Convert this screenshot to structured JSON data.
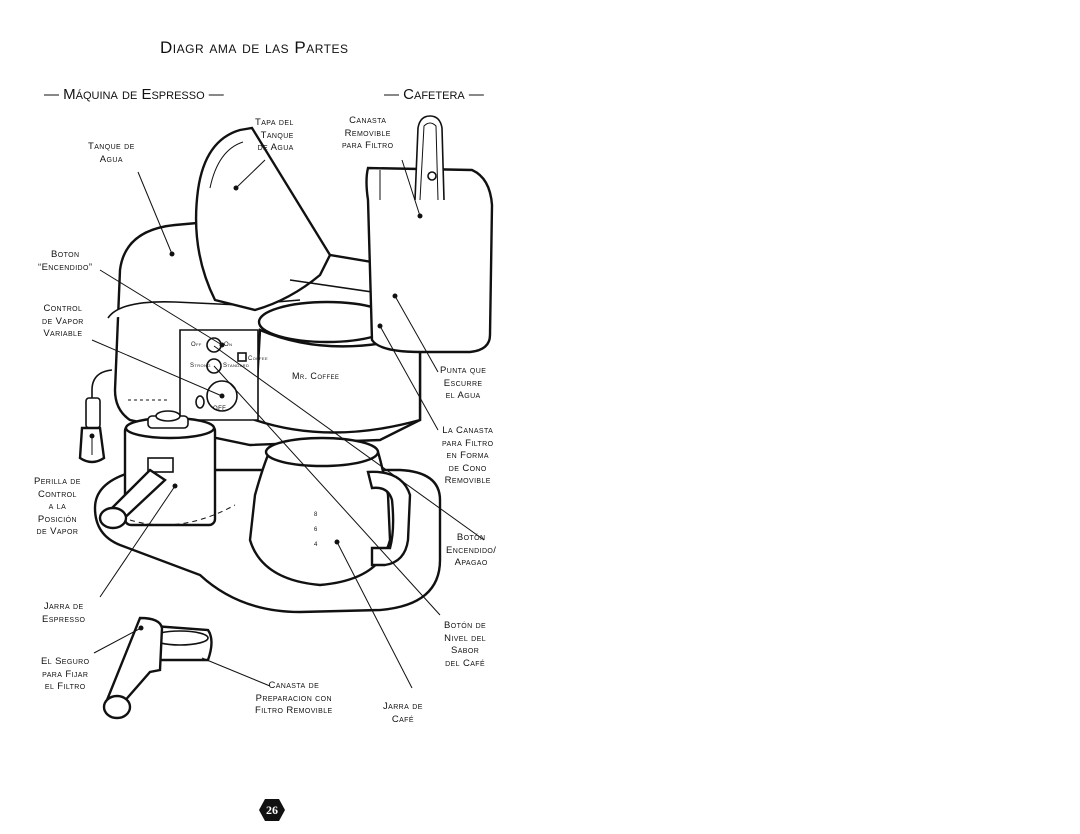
{
  "title": "Diagr ama de las Partes",
  "sections": {
    "espresso": "— Máquina de Espresso —",
    "cafetera": "— Cafetera —"
  },
  "brand_logo_text": "Mr. Coffee",
  "panel_text": {
    "off": "Off",
    "on": "On",
    "strong": "Strong",
    "standard": "Standard",
    "coffee": "Coffee",
    "off2": "OFF"
  },
  "labels": {
    "tanque": [
      "Tanque de",
      "Agua"
    ],
    "tapa": [
      "Tapa del",
      "Tanque",
      "de Agua"
    ],
    "canasta_removible": [
      "Canasta",
      "Removible",
      "para Filtro"
    ],
    "boton_encendido": [
      "Boton",
      "“Encendido”"
    ],
    "control_vapor": [
      "Control",
      "de Vapor",
      "Variable"
    ],
    "punta": [
      "Punta que",
      "Escurre",
      "el Agua"
    ],
    "canasta_cono": [
      "La Canasta",
      "para Filtro",
      "en Forma",
      "de Cono",
      "Removible"
    ],
    "perilla": [
      "Perilla de",
      "Control",
      "a la",
      "Posición",
      "de Vapor"
    ],
    "boton_apagado": [
      "Botón",
      "Encendido/",
      "Apagao"
    ],
    "jarra_espresso": [
      "Jarra de",
      "Espresso"
    ],
    "nivel_sabor": [
      "Botón de",
      "Nivel del",
      "Sabor",
      "del Café"
    ],
    "seguro": [
      "El Seguro",
      "para Fijar",
      "el Filtro"
    ],
    "canasta_preparacion": [
      "Canasta de",
      "Preparacion con",
      "Filtro Removible"
    ],
    "jarra_cafe": [
      "Jarra de",
      "Café"
    ]
  },
  "carafe_marks": [
    "8",
    "6",
    "4"
  ],
  "page_number": "26"
}
